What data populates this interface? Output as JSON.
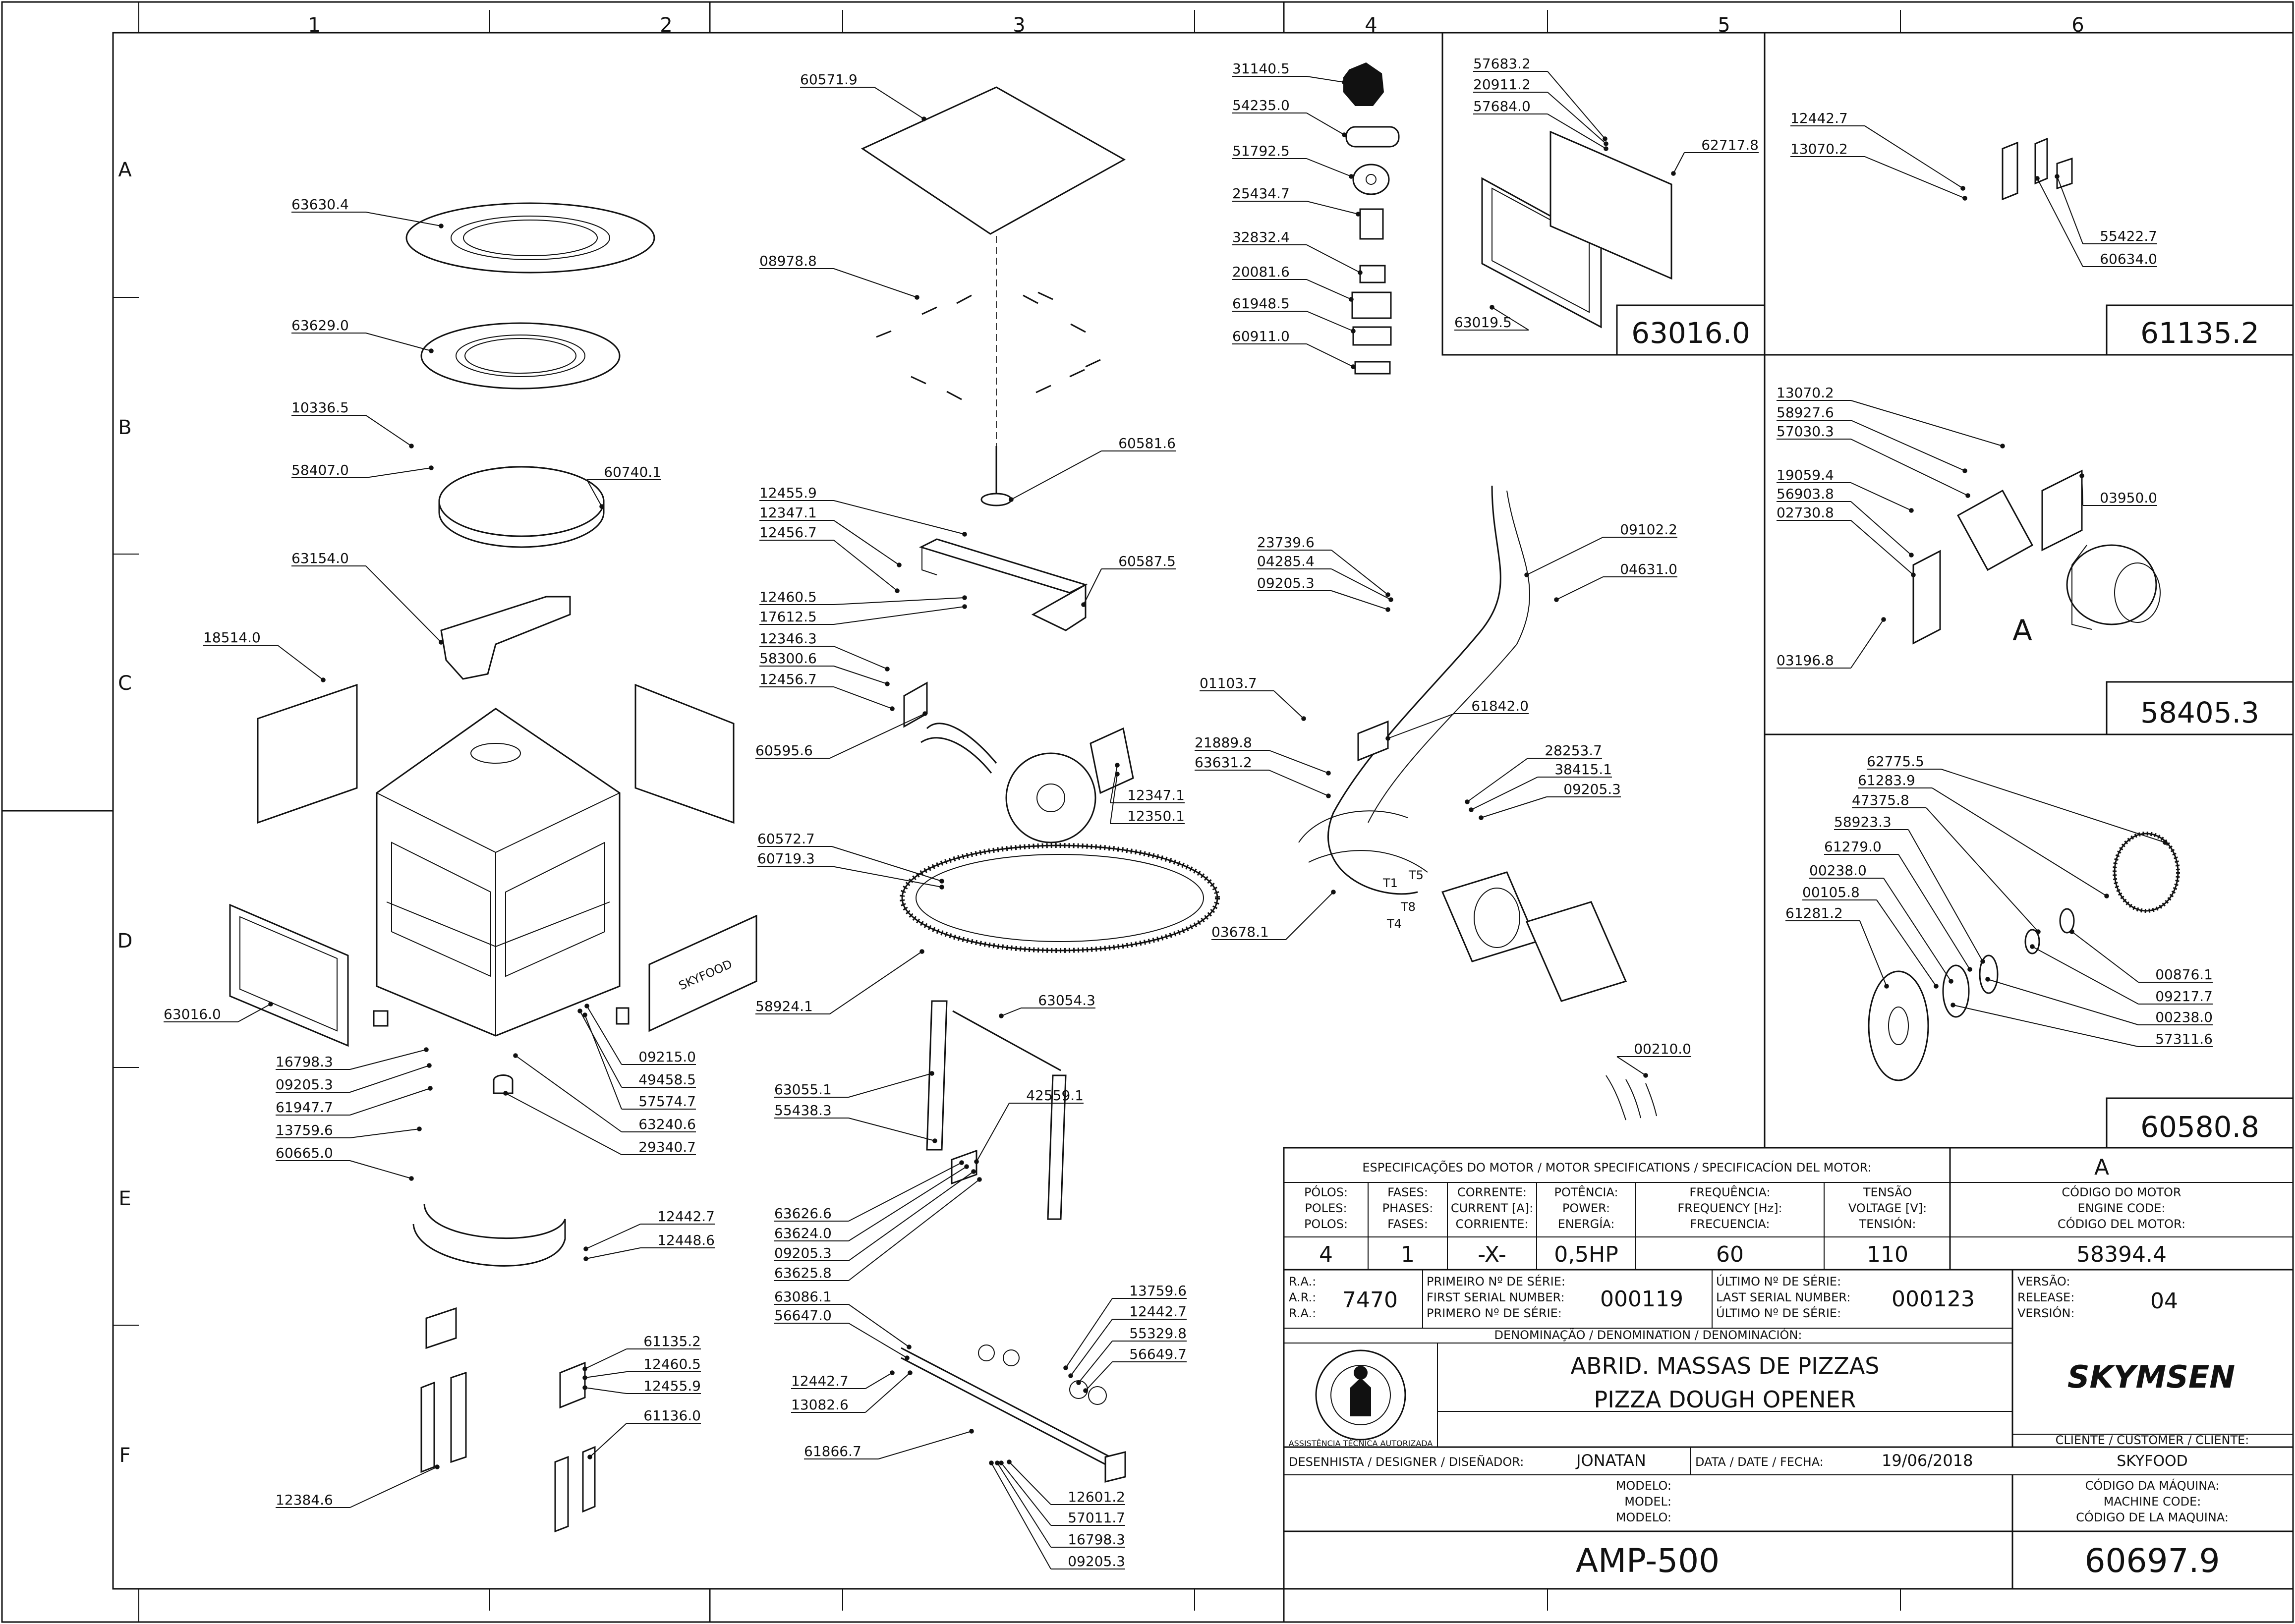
{
  "grid": {
    "columns": [
      "1",
      "2",
      "3",
      "4",
      "5",
      "6"
    ],
    "rows": [
      "A",
      "B",
      "C",
      "D",
      "E",
      "F"
    ]
  },
  "callouts": [
    {
      "id": "c1",
      "text": "63630.4"
    },
    {
      "id": "c2",
      "text": "63629.0"
    },
    {
      "id": "c3",
      "text": "10336.5"
    },
    {
      "id": "c4",
      "text": "58407.0"
    },
    {
      "id": "c5",
      "text": "60740.1"
    },
    {
      "id": "c6",
      "text": "63154.0"
    },
    {
      "id": "c7",
      "text": "18514.0"
    },
    {
      "id": "c8",
      "text": "63016.0"
    },
    {
      "id": "c9",
      "text": "16798.3"
    },
    {
      "id": "c10",
      "text": "09205.3"
    },
    {
      "id": "c11",
      "text": "61947.7"
    },
    {
      "id": "c12",
      "text": "13759.6"
    },
    {
      "id": "c13",
      "text": "60665.0"
    },
    {
      "id": "c14",
      "text": "09215.0"
    },
    {
      "id": "c15",
      "text": "49458.5"
    },
    {
      "id": "c16",
      "text": "57574.7"
    },
    {
      "id": "c17",
      "text": "63240.6"
    },
    {
      "id": "c18",
      "text": "29340.7"
    },
    {
      "id": "c19",
      "text": "12442.7"
    },
    {
      "id": "c20",
      "text": "12448.6"
    },
    {
      "id": "c21",
      "text": "61135.2"
    },
    {
      "id": "c22",
      "text": "12460.5"
    },
    {
      "id": "c23",
      "text": "12455.9"
    },
    {
      "id": "c24",
      "text": "61136.0"
    },
    {
      "id": "c25",
      "text": "12384.6"
    },
    {
      "id": "c26",
      "text": "60571.9"
    },
    {
      "id": "c27",
      "text": "08978.8"
    },
    {
      "id": "c28",
      "text": "60581.6"
    },
    {
      "id": "c29",
      "text": "12455.9"
    },
    {
      "id": "c30",
      "text": "12347.1"
    },
    {
      "id": "c31",
      "text": "12456.7"
    },
    {
      "id": "c32",
      "text": "60587.5"
    },
    {
      "id": "c33",
      "text": "12460.5"
    },
    {
      "id": "c34",
      "text": "17612.5"
    },
    {
      "id": "c35",
      "text": "12346.3"
    },
    {
      "id": "c36",
      "text": "58300.6"
    },
    {
      "id": "c37",
      "text": "12456.7"
    },
    {
      "id": "c38",
      "text": "60595.6"
    },
    {
      "id": "c39",
      "text": "12347.1"
    },
    {
      "id": "c40",
      "text": "12350.1"
    },
    {
      "id": "c41",
      "text": "60572.7"
    },
    {
      "id": "c42",
      "text": "60719.3"
    },
    {
      "id": "c43",
      "text": "58924.1"
    },
    {
      "id": "c44",
      "text": "63054.3"
    },
    {
      "id": "c45",
      "text": "63055.1"
    },
    {
      "id": "c46",
      "text": "55438.3"
    },
    {
      "id": "c47",
      "text": "42559.1"
    },
    {
      "id": "c48",
      "text": "63626.6"
    },
    {
      "id": "c49",
      "text": "63624.0"
    },
    {
      "id": "c50",
      "text": "09205.3"
    },
    {
      "id": "c51",
      "text": "63625.8"
    },
    {
      "id": "c52",
      "text": "63086.1"
    },
    {
      "id": "c53",
      "text": "56647.0"
    },
    {
      "id": "c54",
      "text": "13759.6"
    },
    {
      "id": "c55",
      "text": "12442.7"
    },
    {
      "id": "c56",
      "text": "55329.8"
    },
    {
      "id": "c57",
      "text": "56649.7"
    },
    {
      "id": "c58",
      "text": "12442.7"
    },
    {
      "id": "c59",
      "text": "13082.6"
    },
    {
      "id": "c60",
      "text": "61866.7"
    },
    {
      "id": "c61",
      "text": "12601.2"
    },
    {
      "id": "c62",
      "text": "57011.7"
    },
    {
      "id": "c63",
      "text": "16798.3"
    },
    {
      "id": "c64",
      "text": "09205.3"
    },
    {
      "id": "c65",
      "text": "31140.5"
    },
    {
      "id": "c66",
      "text": "54235.0"
    },
    {
      "id": "c67",
      "text": "51792.5"
    },
    {
      "id": "c68",
      "text": "25434.7"
    },
    {
      "id": "c69",
      "text": "32832.4"
    },
    {
      "id": "c70",
      "text": "20081.6"
    },
    {
      "id": "c71",
      "text": "61948.5"
    },
    {
      "id": "c72",
      "text": "60911.0"
    },
    {
      "id": "c73",
      "text": "57683.2"
    },
    {
      "id": "c74",
      "text": "20911.2"
    },
    {
      "id": "c75",
      "text": "57684.0"
    },
    {
      "id": "c76",
      "text": "62717.8"
    },
    {
      "id": "c77",
      "text": "63019.5"
    },
    {
      "id": "c78",
      "text": "12442.7"
    },
    {
      "id": "c79",
      "text": "13070.2"
    },
    {
      "id": "c80",
      "text": "55422.7"
    },
    {
      "id": "c81",
      "text": "60634.0"
    },
    {
      "id": "c82",
      "text": "13070.2"
    },
    {
      "id": "c83",
      "text": "58927.6"
    },
    {
      "id": "c84",
      "text": "57030.3"
    },
    {
      "id": "c85",
      "text": "19059.4"
    },
    {
      "id": "c86",
      "text": "56903.8"
    },
    {
      "id": "c87",
      "text": "02730.8"
    },
    {
      "id": "c88",
      "text": "03950.0"
    },
    {
      "id": "c89",
      "text": "03196.8"
    },
    {
      "id": "c90",
      "text": "23739.6"
    },
    {
      "id": "c91",
      "text": "04285.4"
    },
    {
      "id": "c92",
      "text": "09205.3"
    },
    {
      "id": "c93",
      "text": "09102.2"
    },
    {
      "id": "c94",
      "text": "04631.0"
    },
    {
      "id": "c95",
      "text": "01103.7"
    },
    {
      "id": "c96",
      "text": "61842.0"
    },
    {
      "id": "c97",
      "text": "21889.8"
    },
    {
      "id": "c98",
      "text": "63631.2"
    },
    {
      "id": "c99",
      "text": "28253.7"
    },
    {
      "id": "c100",
      "text": "38415.1"
    },
    {
      "id": "c101",
      "text": "09205.3"
    },
    {
      "id": "c102",
      "text": "03678.1"
    },
    {
      "id": "c103",
      "text": "00210.0"
    },
    {
      "id": "c104",
      "text": "62775.5"
    },
    {
      "id": "c105",
      "text": "61283.9"
    },
    {
      "id": "c106",
      "text": "47375.8"
    },
    {
      "id": "c107",
      "text": "58923.3"
    },
    {
      "id": "c108",
      "text": "61279.0"
    },
    {
      "id": "c109",
      "text": "00238.0"
    },
    {
      "id": "c110",
      "text": "00105.8"
    },
    {
      "id": "c111",
      "text": "61281.2"
    },
    {
      "id": "c112",
      "text": "00876.1"
    },
    {
      "id": "c113",
      "text": "09217.7"
    },
    {
      "id": "c114",
      "text": "00238.0"
    },
    {
      "id": "c115",
      "text": "57311.6"
    }
  ],
  "motor_terminals": [
    "T5",
    "T1",
    "T8",
    "T4"
  ],
  "brand_mark_text": "SKYFOOD",
  "sub_assemblies": {
    "front_panel": "63016.0",
    "bracket_set": "61135.2",
    "gear_motor": "58405.3",
    "pulley_set": "60580.8",
    "gear_motor_marker": "A"
  },
  "title_block": {
    "motor_spec_title": "ESPECIFICAÇÕES DO MOTOR / MOTOR SPECIFICATIONS / SPECIFICACÍON DEL MOTOR:",
    "motor_marker": "A",
    "poles_label": [
      "PÓLOS:",
      "POLES:",
      "POLOS:"
    ],
    "phases_label": [
      "FASES:",
      "PHASES:",
      "FASES:"
    ],
    "current_label": [
      "CORRENTE:",
      "CURRENT [A]:",
      "CORRIENTE:"
    ],
    "power_label": [
      "POTÊNCIA:",
      "POWER:",
      "ENERGÍA:"
    ],
    "frequency_label": [
      "FREQUÊNCIA:",
      "FREQUENCY [Hz]:",
      "FRECUENCIA:"
    ],
    "voltage_label": [
      "TENSÃO",
      "VOLTAGE [V]:",
      "TENSIÓN:"
    ],
    "motor_code_label": [
      "CÓDIGO DO MOTOR",
      "ENGINE CODE:",
      "CÓDIGO DEL MOTOR:"
    ],
    "poles": "4",
    "phases": "1",
    "current": "-X-",
    "power": "0,5HP",
    "frequency": "60",
    "voltage": "110",
    "motor_code": "58394.4",
    "ra_label": [
      "R.A.:",
      "A.R.:",
      "R.A.:"
    ],
    "ra": "7470",
    "first_serial_label": [
      "PRIMEIRO Nº DE SÉRIE:",
      "FIRST SERIAL NUMBER:",
      "PRIMERO Nº DE SÉRIE:"
    ],
    "first_serial": "000119",
    "last_serial_label": [
      "ÚLTIMO Nº DE SÉRIE:",
      "LAST SERIAL NUMBER:",
      "ÚLTIMO Nº DE SÉRIE:"
    ],
    "last_serial": "000123",
    "version_label": [
      "VERSÃO:",
      "RELEASE:",
      "VERSIÓN:"
    ],
    "version": "04",
    "denomination_label": "DENOMINAÇÃO / DENOMINATION / DENOMINACIÓN:",
    "name_pt": "ABRID. MASSAS DE PIZZAS",
    "name_en": "PIZZA DOUGH OPENER",
    "seal_text": "ASSISTÊNCIA TÉCNICA AUTORIZADA",
    "brand": "SKYMSEN",
    "customer_label": "CLIENTE / CUSTOMER / CLIENTE:",
    "customer": "SKYFOOD",
    "designer_label": "DESENHISTA / DESIGNER / DISEÑADOR:",
    "designer": "JONATAN",
    "date_label": "DATA / DATE / FECHA:",
    "date": "19/06/2018",
    "model_label": [
      "MODELO:",
      "MODEL:",
      "MODELO:"
    ],
    "machine_code_label": [
      "CÓDIGO DA MÁQUINA:",
      "MACHINE CODE:",
      "CÓDIGO DE LA MAQUINA:"
    ],
    "model": "AMP-500",
    "machine_code": "60697.9"
  }
}
